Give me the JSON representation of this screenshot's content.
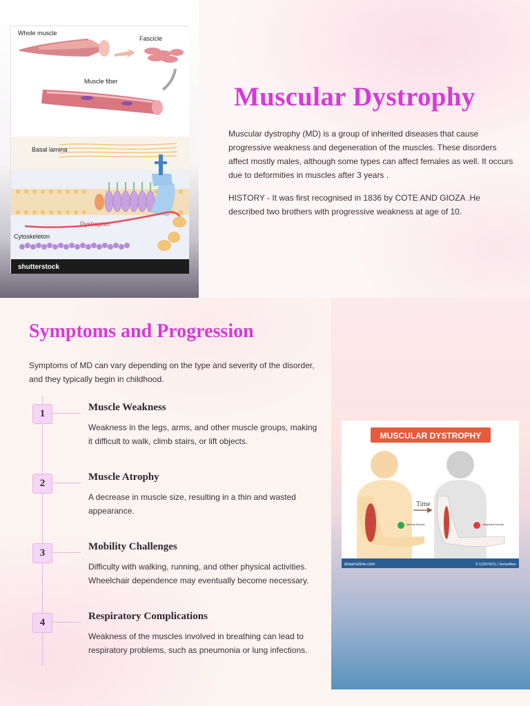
{
  "slide1": {
    "title": "Muscular Dystrophy",
    "paragraph1": "Muscular dystrophy (MD) is a group of inherited diseases that cause progressive weakness and degeneration of the muscles. These disorders affect mostly males, although some types can affect females as well.  It  occurs due to deformities in muscles after  3 years .",
    "paragraph2": "HISTORY - It was first recognised in 1836 by COTE AND GIOZA .He described two brothers with progressive weakness at age of 10.",
    "image": {
      "labels": {
        "whole_muscle": "Whole muscle",
        "fascicle": "Fascicle",
        "muscle_fiber": "Muscle fiber",
        "basal_lamina": "Basal lamina",
        "dystrophin": "Dystrophin",
        "cytoskeleton": "Cytoskeleton",
        "brand": "shutterstock"
      }
    }
  },
  "slide2": {
    "title": "Symptoms and Progression",
    "intro": "Symptoms of MD can vary depending on the type and severity of the disorder, and they typically begin in childhood.",
    "steps": [
      {
        "number": "1",
        "title": "Muscle Weakness",
        "text": "Weakness in the legs, arms, and other muscle groups, making it difficult to walk, climb stairs, or lift objects."
      },
      {
        "number": "2",
        "title": "Muscle Atrophy",
        "text": "A decrease in muscle size, resulting in a thin and wasted appearance."
      },
      {
        "number": "3",
        "title": "Mobility Challenges",
        "text": "Difficulty with walking, running, and other physical activities. Wheelchair dependence may eventually become necessary."
      },
      {
        "number": "4",
        "title": "Respiratory Complications",
        "text": "Weakness of the muscles involved in breathing can lead to respiratory problems, such as pneumonia or lung infections."
      }
    ],
    "image": {
      "banner": "MUSCULAR DYSTROPHY",
      "time_label": "Time",
      "normal_label": "Normal Muscle",
      "atrophied_label": "Atrophied Muscle",
      "footer_left": "dreamstime.com",
      "footer_right": "© 123574211 | VectorMine"
    }
  },
  "colors": {
    "accent": "#d63bd9",
    "badge_bg": "#f5d5f6",
    "timeline": "#e0b9dd"
  }
}
